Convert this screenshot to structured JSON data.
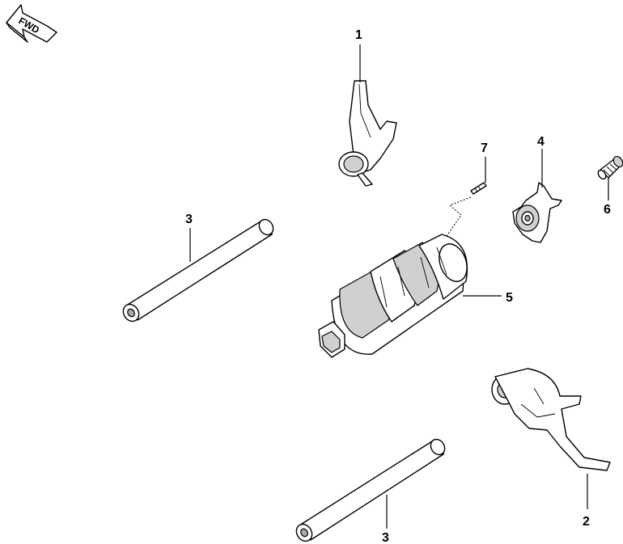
{
  "fwd_label": "FWD",
  "callouts": {
    "c1": "1",
    "c2": "2",
    "c3a": "3",
    "c3b": "3",
    "c4": "4",
    "c5": "5",
    "c6": "6",
    "c7": "7"
  }
}
